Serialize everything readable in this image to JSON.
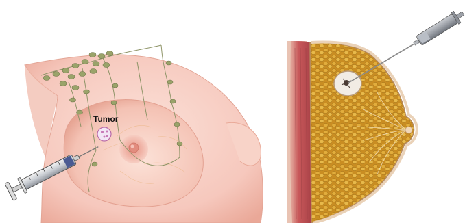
{
  "left_illustration": {
    "tumor_label": "Tumor",
    "colors": {
      "skin": "#f6c8bd",
      "skin_shadow": "#e9a999",
      "areola": "#f1b3a8",
      "lymph_node": "#9aa36a",
      "lymph_vessel": "#8e9467",
      "tumor": "#f3e6f6",
      "syringe_plunger": "#6a7aa8"
    },
    "icons": [
      "breast-illustration",
      "lymph-node-chain",
      "tumor-mass",
      "syringe"
    ]
  },
  "right_illustration": {
    "colors": {
      "fat_tissue": "#d8a032",
      "muscle": "#c8585a",
      "skin_edge": "#e6c8a8",
      "tumor": "#f2ece4",
      "syringe_barrel": "#8b8f97"
    },
    "icons": [
      "breast-cross-section",
      "tumor-mass",
      "needle",
      "syringe"
    ]
  }
}
